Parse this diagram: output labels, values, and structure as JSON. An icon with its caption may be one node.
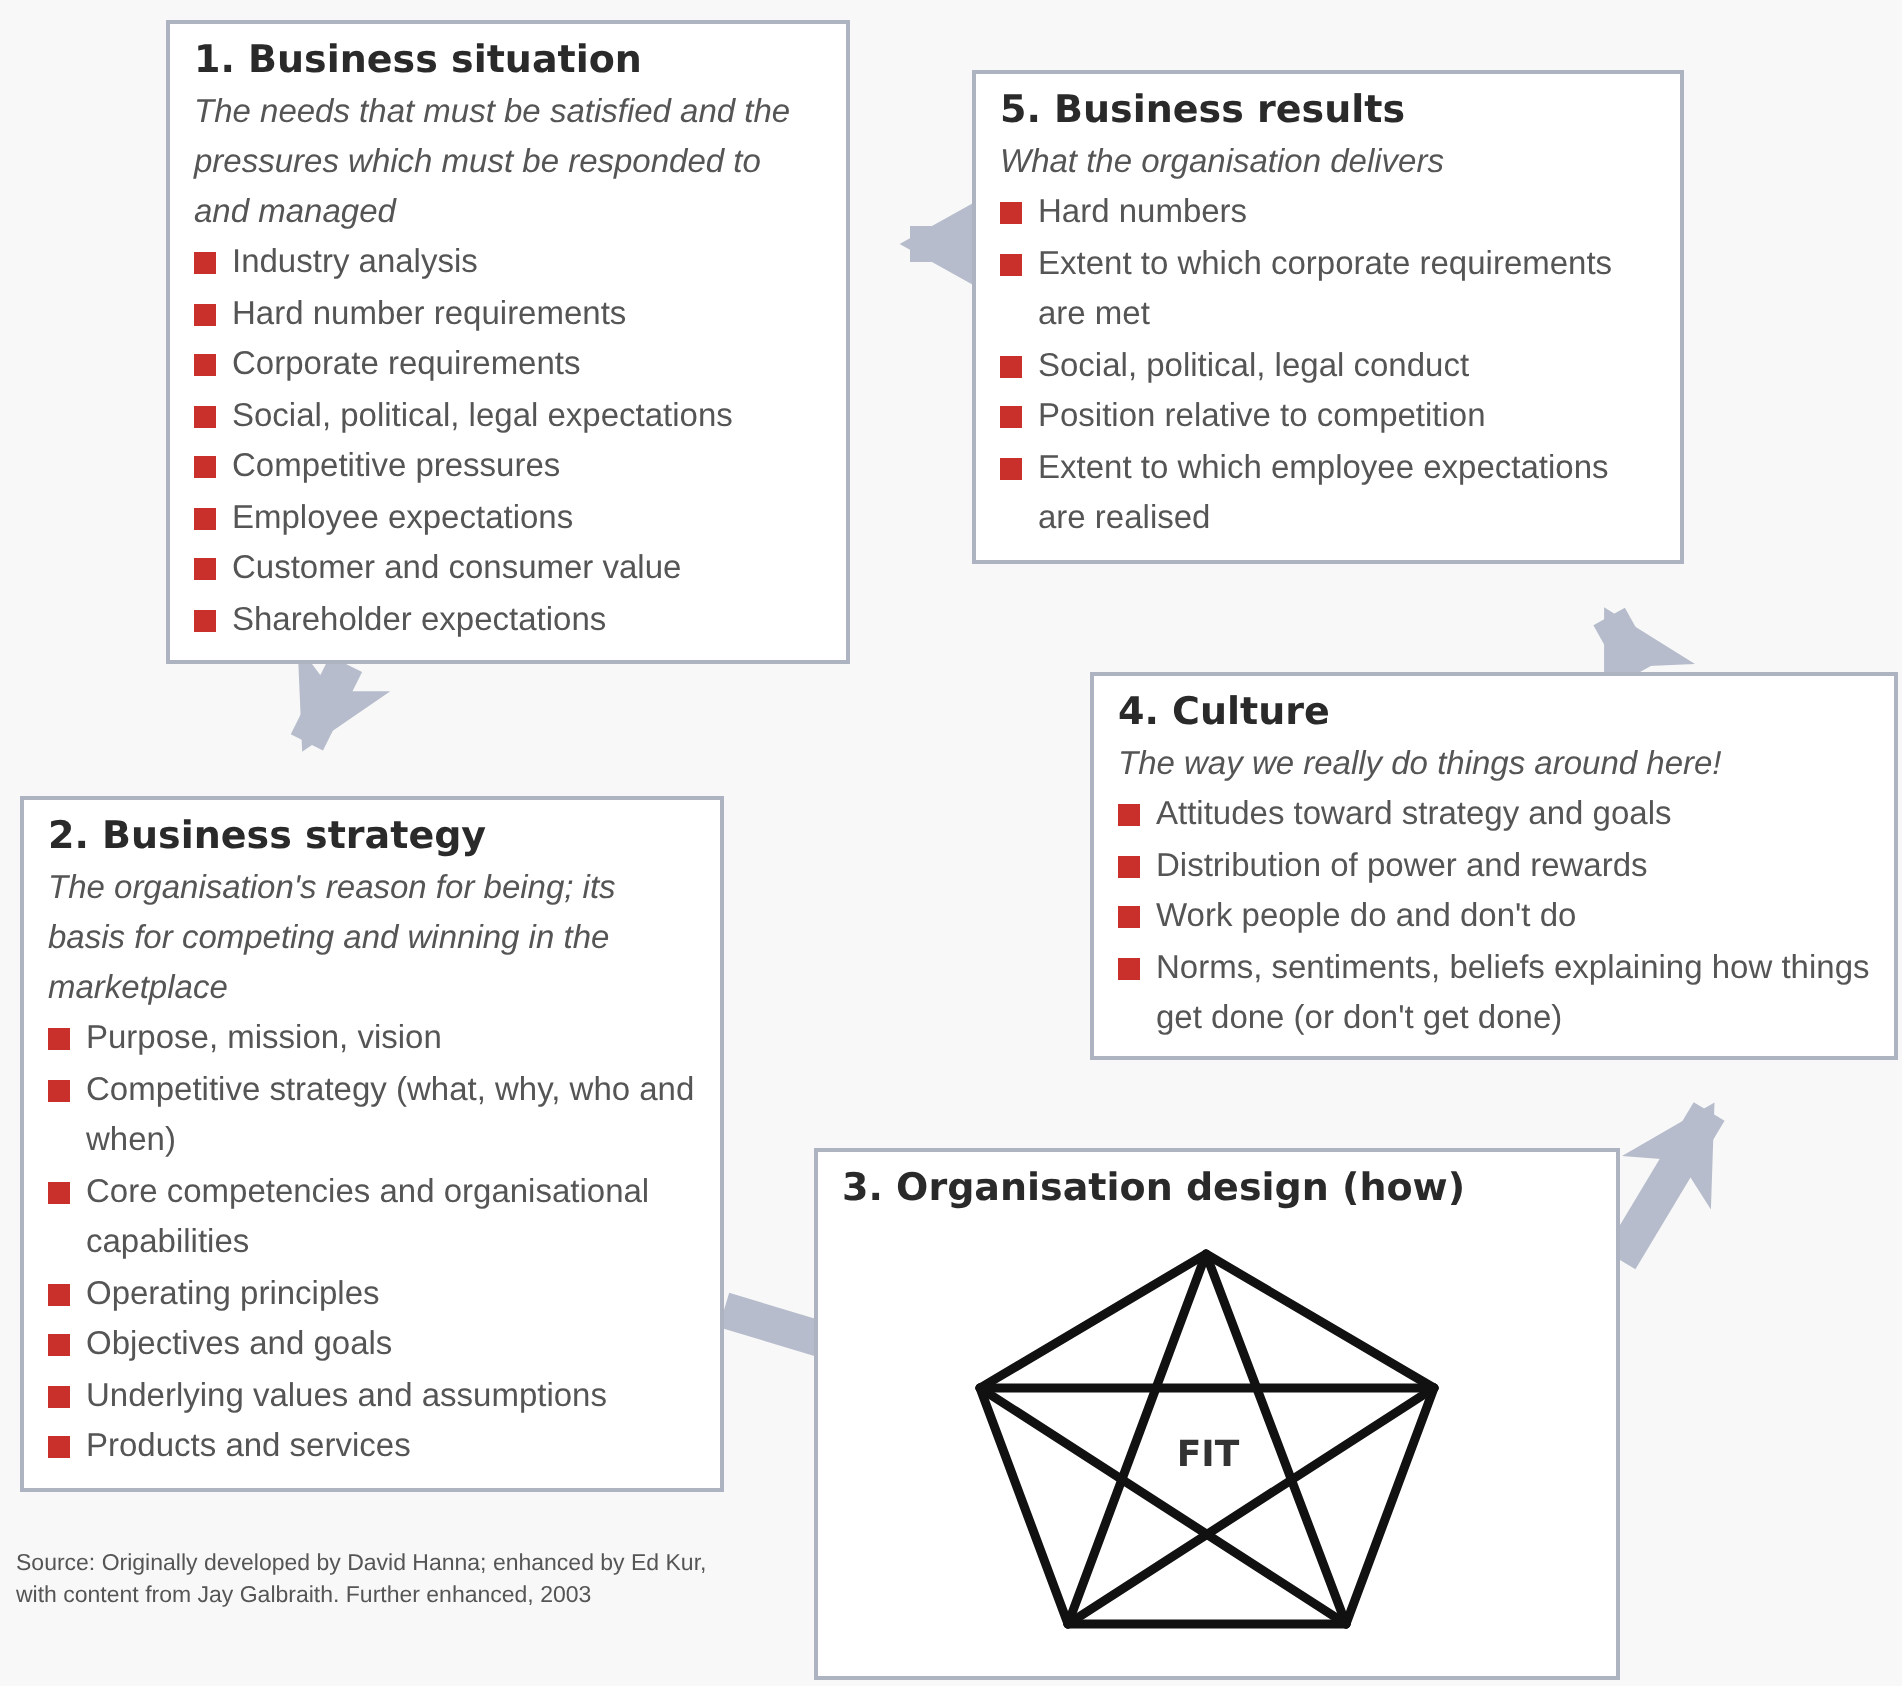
{
  "diagram": {
    "nodes": [
      {
        "text": [
          "1. Business situation",
          "The needs that must be satisfied and the pressures which must be responded to and managed",
          "Industry analysis",
          "Hard number requirements",
          "Corporate requirements",
          "Social, political, legal expectations",
          "Competitive pressures",
          "Employee expectations",
          "Customer and consumer value",
          "Shareholder expectations"
        ]
      },
      {
        "text": [
          "5. Business results",
          "What the organisation delivers",
          "Hard numbers",
          "Extent to which corporate requirements are met",
          "Social, political, legal conduct",
          "Position relative to competition",
          "Extent to which employee expectations are realised"
        ]
      },
      {
        "text": [
          "4. Culture",
          "The way we really do things around here!",
          "Attitudes toward strategy and goals",
          "Distribution of power and rewards",
          "Work people do and don't do",
          "Norms, sentiments, beliefs explaining how things get done (or don't get done)"
        ]
      },
      {
        "text": [
          "2. Business strategy",
          "The organisation's reason for being; its basis for competing and winning in the marketplace",
          "Purpose, mission, vision",
          "Competitive strategy (what, why, who and when)",
          "Core competencies and organisational capabilities",
          "Operating principles",
          "Objectives and goals",
          "Underlying values and assumptions",
          "Products and services"
        ]
      },
      {
        "text": [
          "3. Organisation design (how)"
        ]
      },
      {
        "text": [
          "FIT"
        ],
        "in": 4
      }
    ],
    "edges": [
      {
        "from": 1,
        "to": 0,
        "arrow": "to"
      },
      {
        "from": 0,
        "to": 3,
        "arrow": "to"
      },
      {
        "from": 3,
        "to": 5,
        "arrow": "to"
      },
      {
        "from": 4,
        "to": 2,
        "arrow": "to"
      },
      {
        "from": 2,
        "to": 1,
        "arrow": "to"
      }
    ],
    "labels": [
      "Source: Originally developed by David Hanna; enhanced by Ed Kur, with content from Jay Galbraith. Further enhanced, 2003"
    ]
  }
}
